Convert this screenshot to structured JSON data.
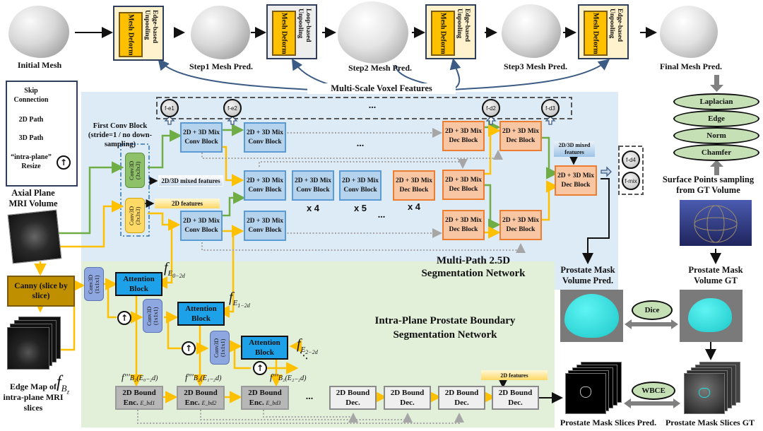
{
  "mesh_pipeline": {
    "stages": [
      {
        "label": "Initial Mesh"
      },
      {
        "label": "Step1  Mesh Pred."
      },
      {
        "label": "Step2  Mesh Pred."
      },
      {
        "label": "Step3  Mesh Pred."
      },
      {
        "label": "Final  Mesh Pred."
      }
    ],
    "blocks": [
      {
        "deform": "Mesh Deform",
        "unpool": "Edge-based Unpooling",
        "fill": "#fff2cc"
      },
      {
        "deform": "Mesh Deform",
        "unpool": "Loop-based Unpooling",
        "fill": "#ededed"
      },
      {
        "deform": "Mesh Deform",
        "unpool": "Edge-based Unpooling",
        "fill": "#fff2cc"
      },
      {
        "deform": "Mesh Deform",
        "unpool": "Edge-based Unpooling",
        "fill": "#fff2cc"
      }
    ],
    "voxel_features_label": "Multi-Scale Voxel Features"
  },
  "legend": {
    "items": [
      {
        "label": "Skip Connection",
        "style": "dotted",
        "color": "#a6a6a6"
      },
      {
        "label": "2D Path",
        "style": "solid",
        "color": "#ffc000"
      },
      {
        "label": "3D Path",
        "style": "solid",
        "color": "#70ad47"
      },
      {
        "label": "“intra-plane” Resize",
        "style": "circle-up-arrow"
      }
    ]
  },
  "colors": {
    "path_2d": "#ffc000",
    "path_3d": "#70ad47",
    "skip": "#a6a6a6",
    "seg_bg": "#ddebf7",
    "boundary_bg": "#e2efd9"
  },
  "segmentation_network": {
    "title": "Multi-Path 2.5D Segmentation Network",
    "first_conv": {
      "label": "First Conv Block (stride=1 / no down-sampling)",
      "conv3d": "Conv3D (3x3x3)",
      "conv2d": "Conv3D (3x3x3)",
      "mixed_tag": "2D/3D mixed features",
      "features_2d_tag": "2D features"
    },
    "conv_block_label": "2D + 3D Mix Conv Block",
    "dec_block_label": "2D + 3D Mix Dec Block",
    "repeat_labels": [
      "x 4",
      "x 5",
      "x 4"
    ],
    "ellipsis": "...",
    "feature_nodes": [
      "f-e1",
      "f-e2",
      "f-d2",
      "f-d3",
      "f-d4",
      "f-mix"
    ],
    "final_mixed_tag": "2D/3D mixed features"
  },
  "input": {
    "axial_label": "Axial Plane MRI Volume",
    "canny_label": "Canny (slice by slice)",
    "edge_map_label": "Edge Map of intra-plane MRI slices",
    "edge_map_symbol": "f",
    "edge_map_sub": "B",
    "edge_map_subsub": "z"
  },
  "boundary_network": {
    "title": "Intra-Plane Prostate Boundary Segmentation Network",
    "conv1x1": "Conv3D (1x1x1)",
    "attention": "Attention Block",
    "enc_features": [
      {
        "f": "f",
        "sub": "E",
        "subsub": "0−2d"
      },
      {
        "f": "f",
        "sub": "E",
        "subsub": "1−2d"
      },
      {
        "f": "f",
        "sub": "E",
        "subsub": "2−2d"
      }
    ],
    "bound_features": [
      {
        "f": "f″′",
        "arg": "B₂(E₀₋₂d)"
      },
      {
        "f": "f″′",
        "arg": "B₂(E₁₋₂d)"
      },
      {
        "f": "f″′",
        "arg": "B₂(E₂₋₂d)"
      }
    ],
    "bound_enc": {
      "label": "2D Bound",
      "label2": "Enc.",
      "subs": [
        "E_bd1",
        "E_bd2",
        "E_bd3"
      ]
    },
    "bound_dec": {
      "label": "2D Bound",
      "label2": "Dec."
    },
    "features_2d_tag": "2D features",
    "ellipsis": "..."
  },
  "losses": {
    "mesh_losses": [
      "Laplacian",
      "Edge",
      "Norm",
      "Chamfer"
    ],
    "surface_sampling": "Surface Points sampling from GT Volume",
    "dice": "Dice",
    "wbce": "WBCE"
  },
  "outputs": {
    "vol_pred": "Prostate Mask Volume Pred.",
    "vol_gt": "Prostate Mask Volume GT",
    "slices_pred": "Prostate Mask Slices Pred.",
    "slices_gt": "Prostate Mask Slices GT"
  }
}
